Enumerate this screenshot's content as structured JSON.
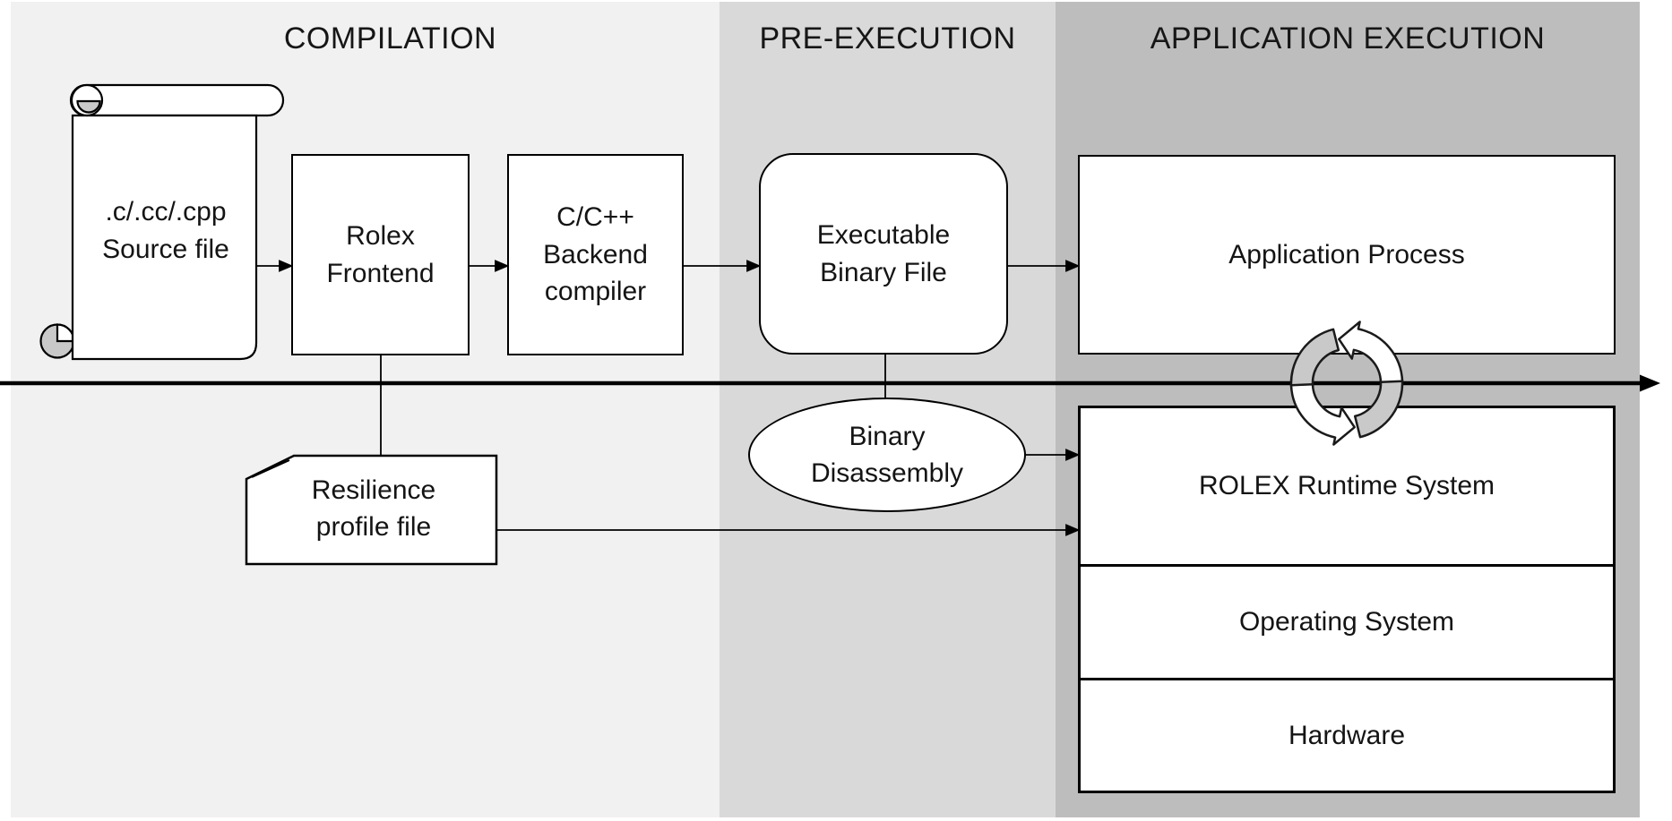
{
  "phases": [
    {
      "id": "compilation",
      "label": "COMPILATION"
    },
    {
      "id": "pre-execution",
      "label": "PRE-EXECUTION"
    },
    {
      "id": "application-execution",
      "label": "APPLICATION EXECUTION"
    }
  ],
  "nodes": {
    "source_file": {
      "label": ".c/.cc/.cpp\nSource file"
    },
    "rolex_frontend": {
      "label": "Rolex\nFrontend"
    },
    "backend_compiler": {
      "label": "C/C++\nBackend\ncompiler"
    },
    "executable_binary": {
      "label": "Executable\nBinary File"
    },
    "application_process": {
      "label": "Application Process"
    },
    "binary_disassembly": {
      "label": "Binary\nDisassembly"
    },
    "resilience_profile": {
      "label": "Resilience\nprofile file"
    },
    "rolex_runtime": {
      "label": "ROLEX Runtime System"
    },
    "operating_system": {
      "label": "Operating System"
    },
    "hardware": {
      "label": "Hardware"
    }
  },
  "colors": {
    "compilation_band": "#f1f1f1",
    "pre_execution_band": "#d9d9d9",
    "application_execution_band": "#bdbdbd",
    "shape_fill": "#ffffff",
    "outline": "#000000",
    "scroll_shading": "#c9c9c9",
    "sync_arrow_shading": "#c9c9c9"
  }
}
